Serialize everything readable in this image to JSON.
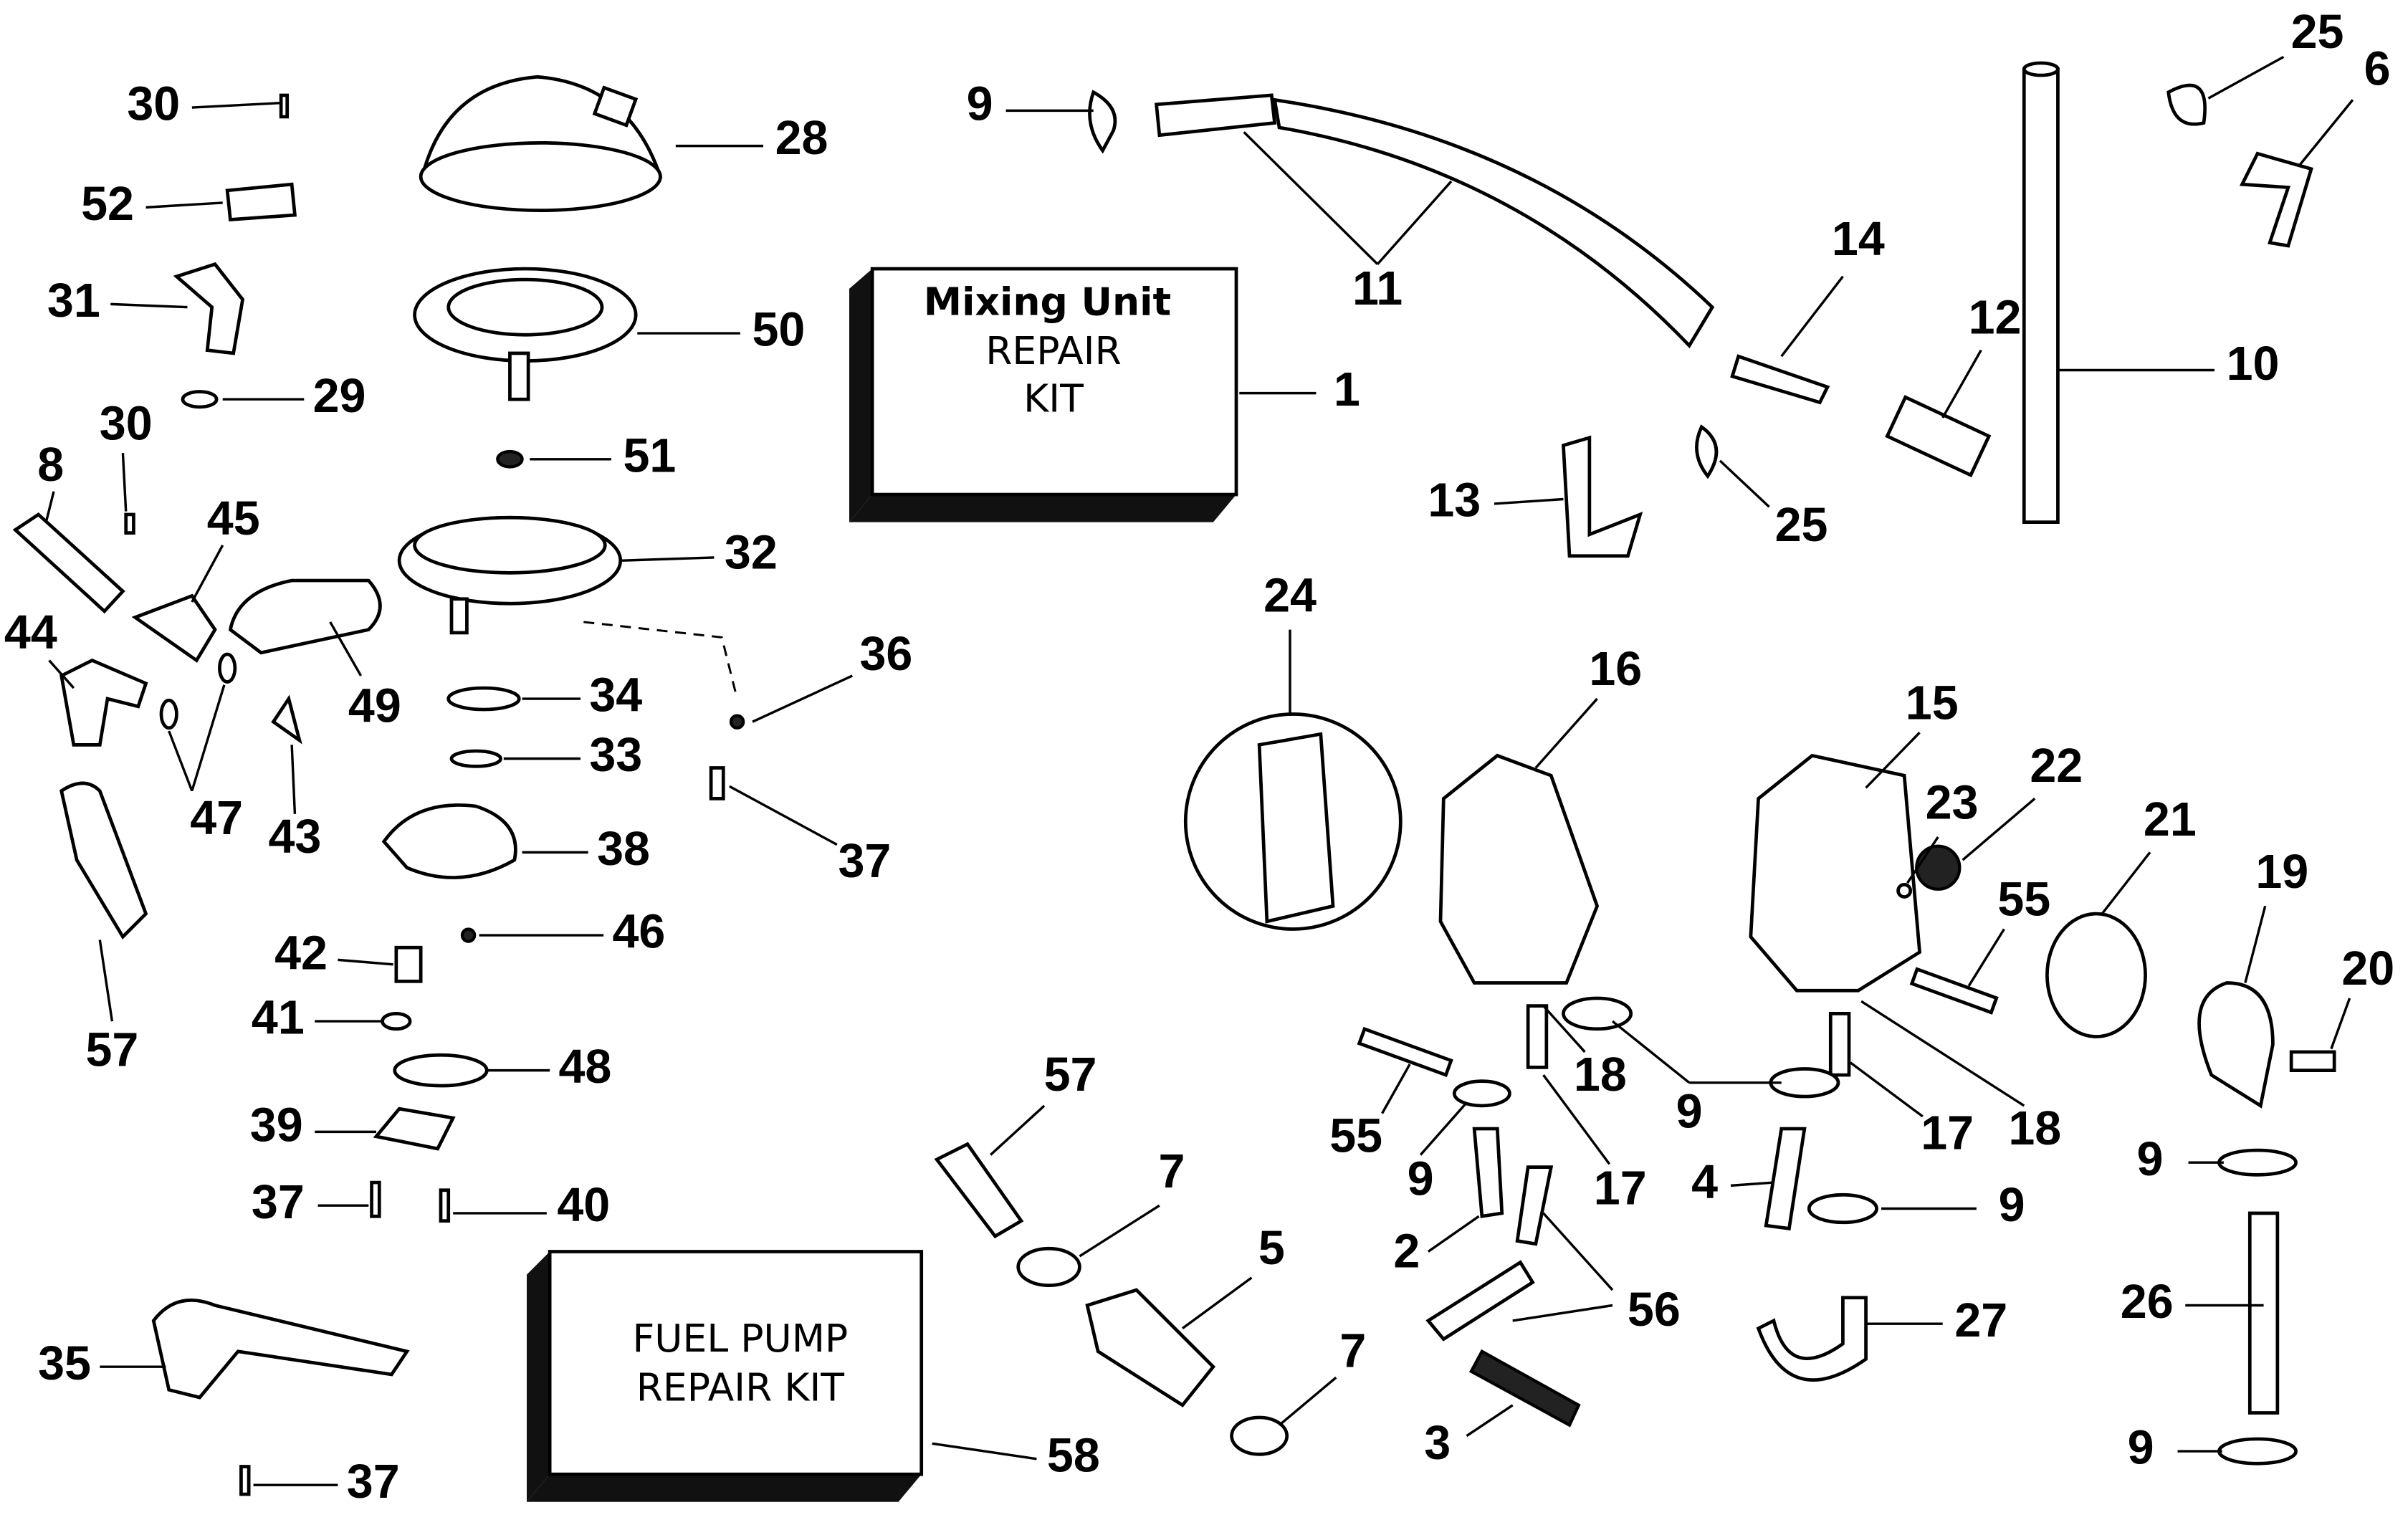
{
  "diagram": {
    "mixing_kit": {
      "line1": "Mixing Unit",
      "line2": "REPAIR",
      "line3": "KIT"
    },
    "fuel_pump_kit": {
      "line1": "FUEL PUMP",
      "line2": "REPAIR KIT"
    },
    "callouts": [
      "30",
      "28",
      "52",
      "31",
      "50",
      "29",
      "30",
      "8",
      "51",
      "45",
      "32",
      "44",
      "49",
      "34",
      "36",
      "33",
      "47",
      "43",
      "37",
      "38",
      "46",
      "42",
      "41",
      "57",
      "48",
      "39",
      "37",
      "40",
      "35",
      "37",
      "9",
      "11",
      "1",
      "14",
      "12",
      "10",
      "25",
      "6",
      "13",
      "25",
      "24",
      "16",
      "15",
      "22",
      "23",
      "21",
      "19",
      "55",
      "20",
      "18",
      "9",
      "17",
      "18",
      "55",
      "57",
      "9",
      "17",
      "4",
      "9",
      "7",
      "2",
      "5",
      "56",
      "27",
      "26",
      "9",
      "7",
      "3",
      "58",
      "9"
    ]
  }
}
